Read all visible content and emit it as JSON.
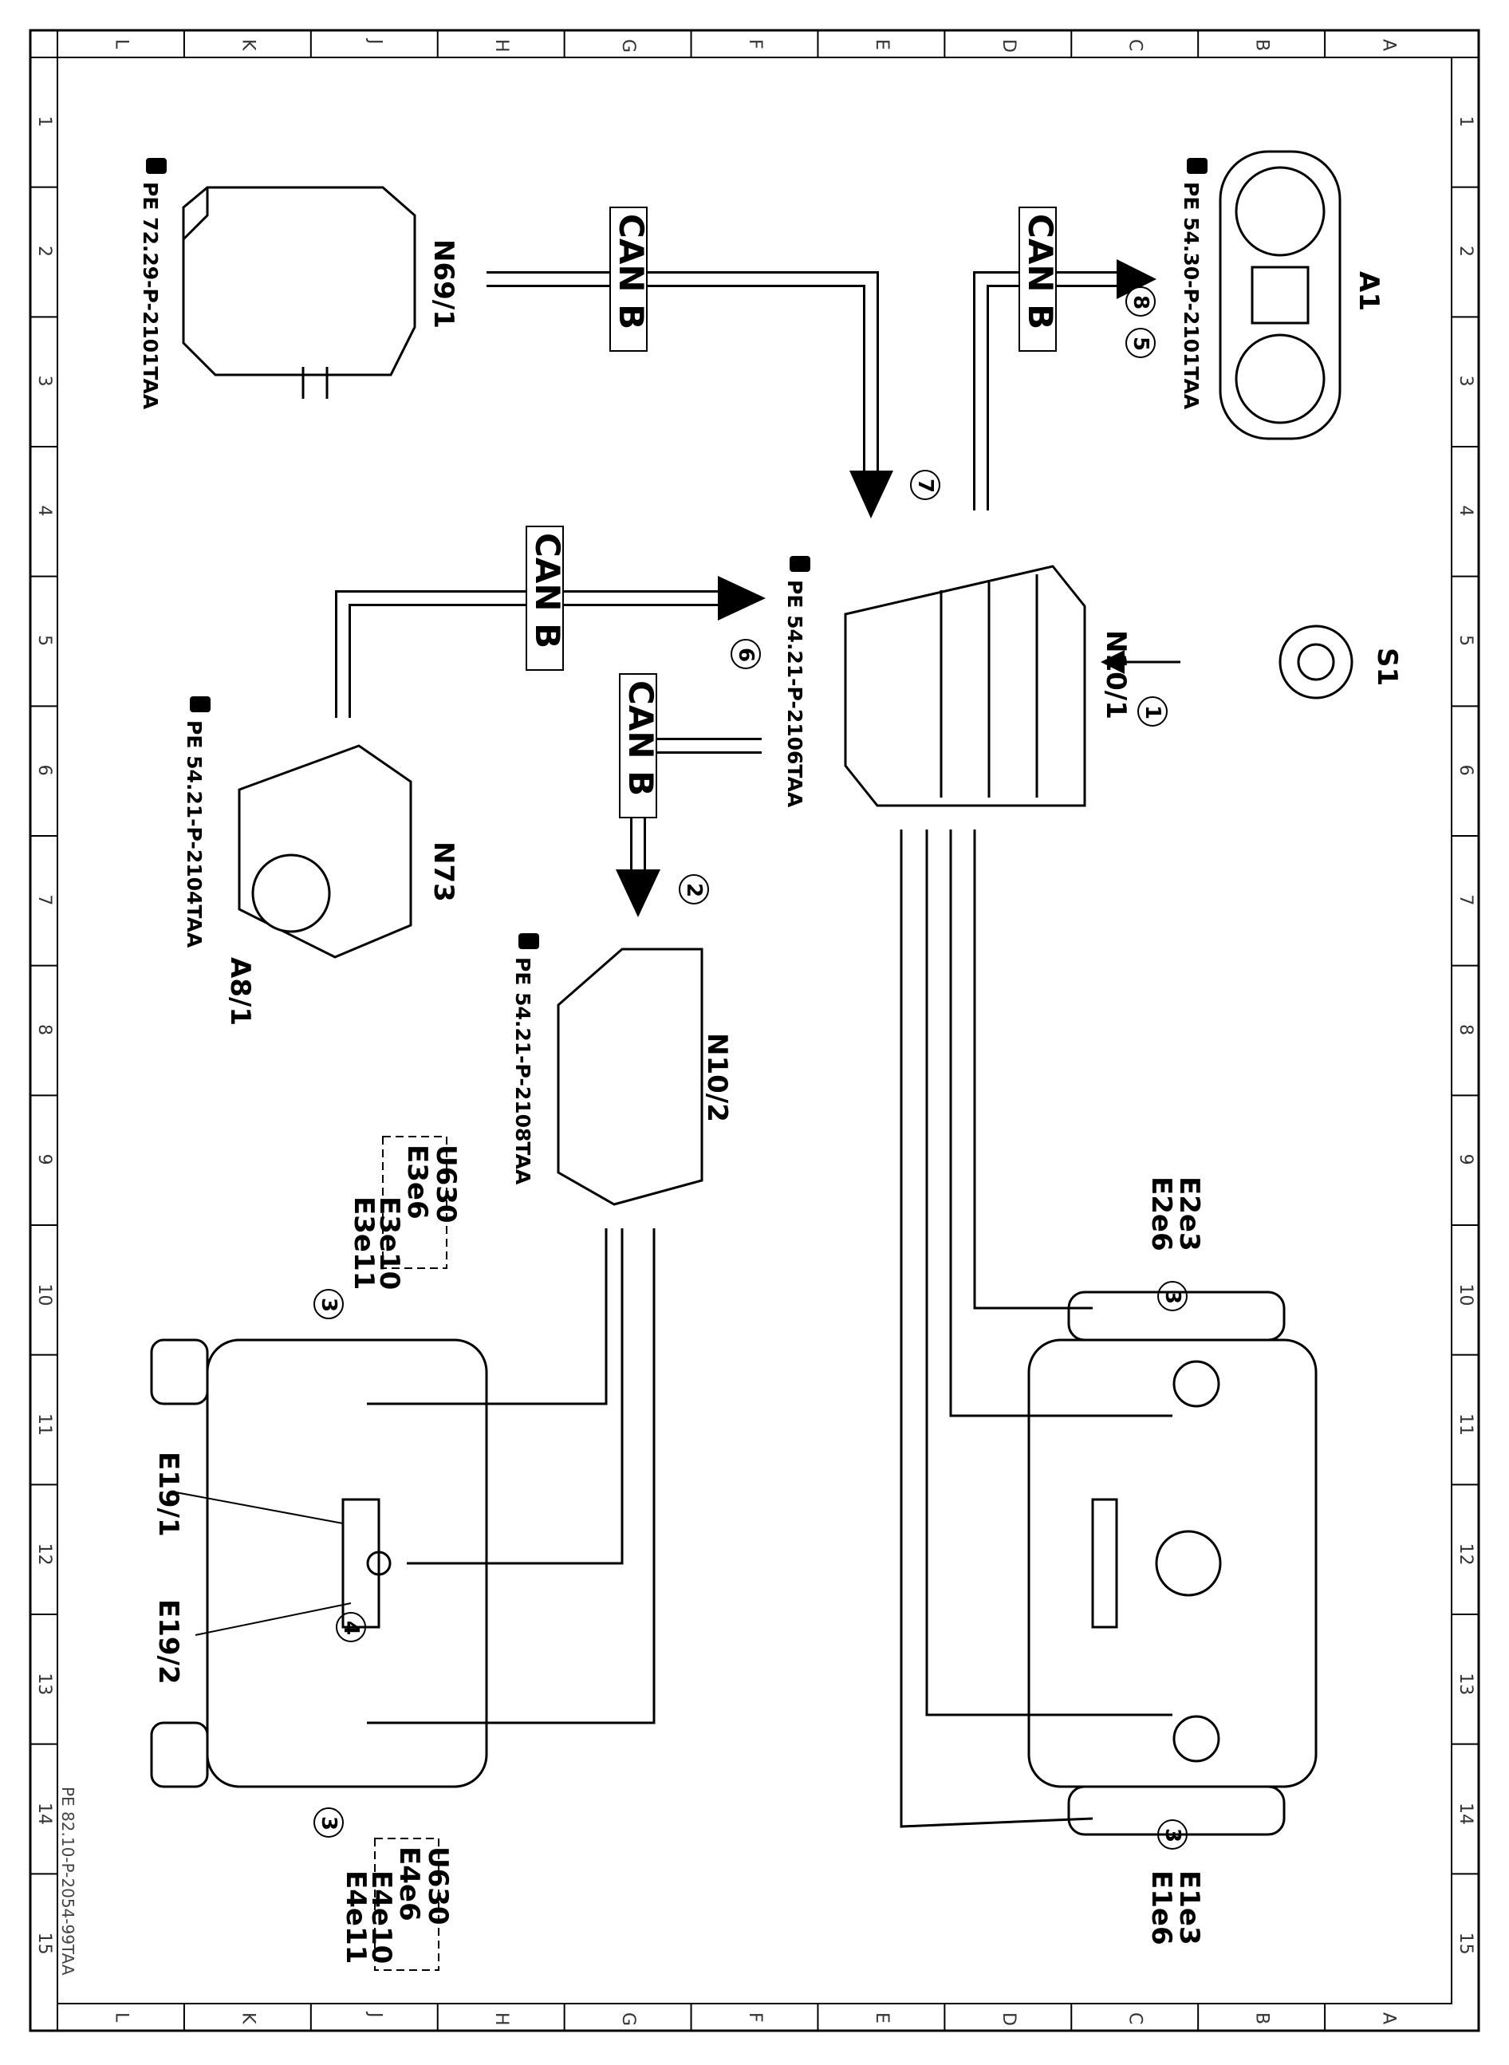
{
  "grid": {
    "letters": [
      "L",
      "K",
      "J",
      "H",
      "G",
      "F",
      "E",
      "D",
      "C",
      "B",
      "A"
    ],
    "numbers": [
      "1",
      "2",
      "3",
      "4",
      "5",
      "6",
      "7",
      "8",
      "9",
      "10",
      "11",
      "12",
      "13",
      "14",
      "15"
    ]
  },
  "components": {
    "n69_1": {
      "label": "N69/1",
      "ref": "PE 72.29-P-2101TAA"
    },
    "a1": {
      "label": "A1",
      "ref": "PE 54.30-P-2101TAA"
    },
    "n10_1": {
      "label": "N10/1",
      "ref": "PE 54.21-P-2106TAA"
    },
    "s1": {
      "label": "S1"
    },
    "n73": {
      "label": "N73",
      "ref": "PE 54.21-P-2104TAA"
    },
    "a8_1": {
      "label": "A8/1"
    },
    "n10_2": {
      "label": "N10/2",
      "ref": "PE 54.21-P-2108TAA"
    }
  },
  "buses": {
    "can_b": "CAN B"
  },
  "signals": [
    "1",
    "2",
    "3",
    "4",
    "5",
    "6",
    "7",
    "8"
  ],
  "front_lamps": {
    "upper": [
      "E2e3",
      "E2e6"
    ],
    "lower": [
      "E1e3",
      "E1e6"
    ]
  },
  "rear_lamps": {
    "upper_box": {
      "code": "U630",
      "item": "E3e6"
    },
    "upper": [
      "E3e10",
      "E3e11"
    ],
    "lower_box": {
      "code": "U630",
      "item": "E4e6"
    },
    "lower": [
      "E4e10",
      "E4e11"
    ],
    "e19_1": "E19/1",
    "e19_2": "E19/2"
  },
  "doc_id": "PE 82.10-P-2054-99TAA"
}
